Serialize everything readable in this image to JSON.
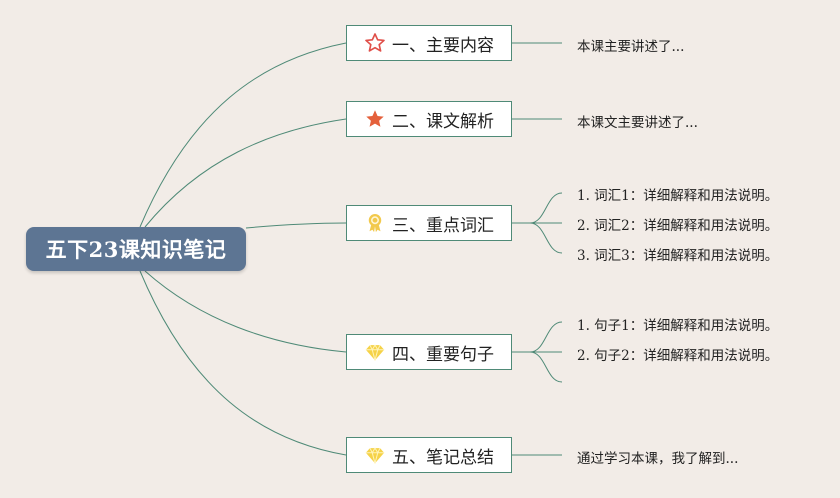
{
  "root": {
    "title": "五下23课知识笔记"
  },
  "topics": [
    {
      "label": "一、主要内容",
      "icon": "star-outline-icon",
      "leaves": [
        "本课主要讲述了..."
      ]
    },
    {
      "label": "二、课文解析",
      "icon": "star-filled-icon",
      "leaves": [
        "本课文主要讲述了..."
      ]
    },
    {
      "label": "三、重点词汇",
      "icon": "award-ribbon-icon",
      "leaves": [
        "1. 词汇1：详细解释和用法说明。",
        "2. 词汇2：详细解释和用法说明。",
        "3. 词汇3：详细解释和用法说明。"
      ]
    },
    {
      "label": "四、重要句子",
      "icon": "diamond-icon",
      "leaves": [
        "1. 句子1：详细解释和用法说明。",
        "2. 句子2：详细解释和用法说明。",
        ""
      ]
    },
    {
      "label": "五、笔记总结",
      "icon": "diamond-icon",
      "leaves": [
        "通过学习本课，我了解到..."
      ]
    }
  ],
  "colors": {
    "background": "#f2ece7",
    "root": "#5d7593",
    "line": "#4f8a77",
    "star_outline": "#e0504a",
    "star_filled": "#e4603b",
    "award": "#f2c94c",
    "diamond": "#f5d247"
  }
}
